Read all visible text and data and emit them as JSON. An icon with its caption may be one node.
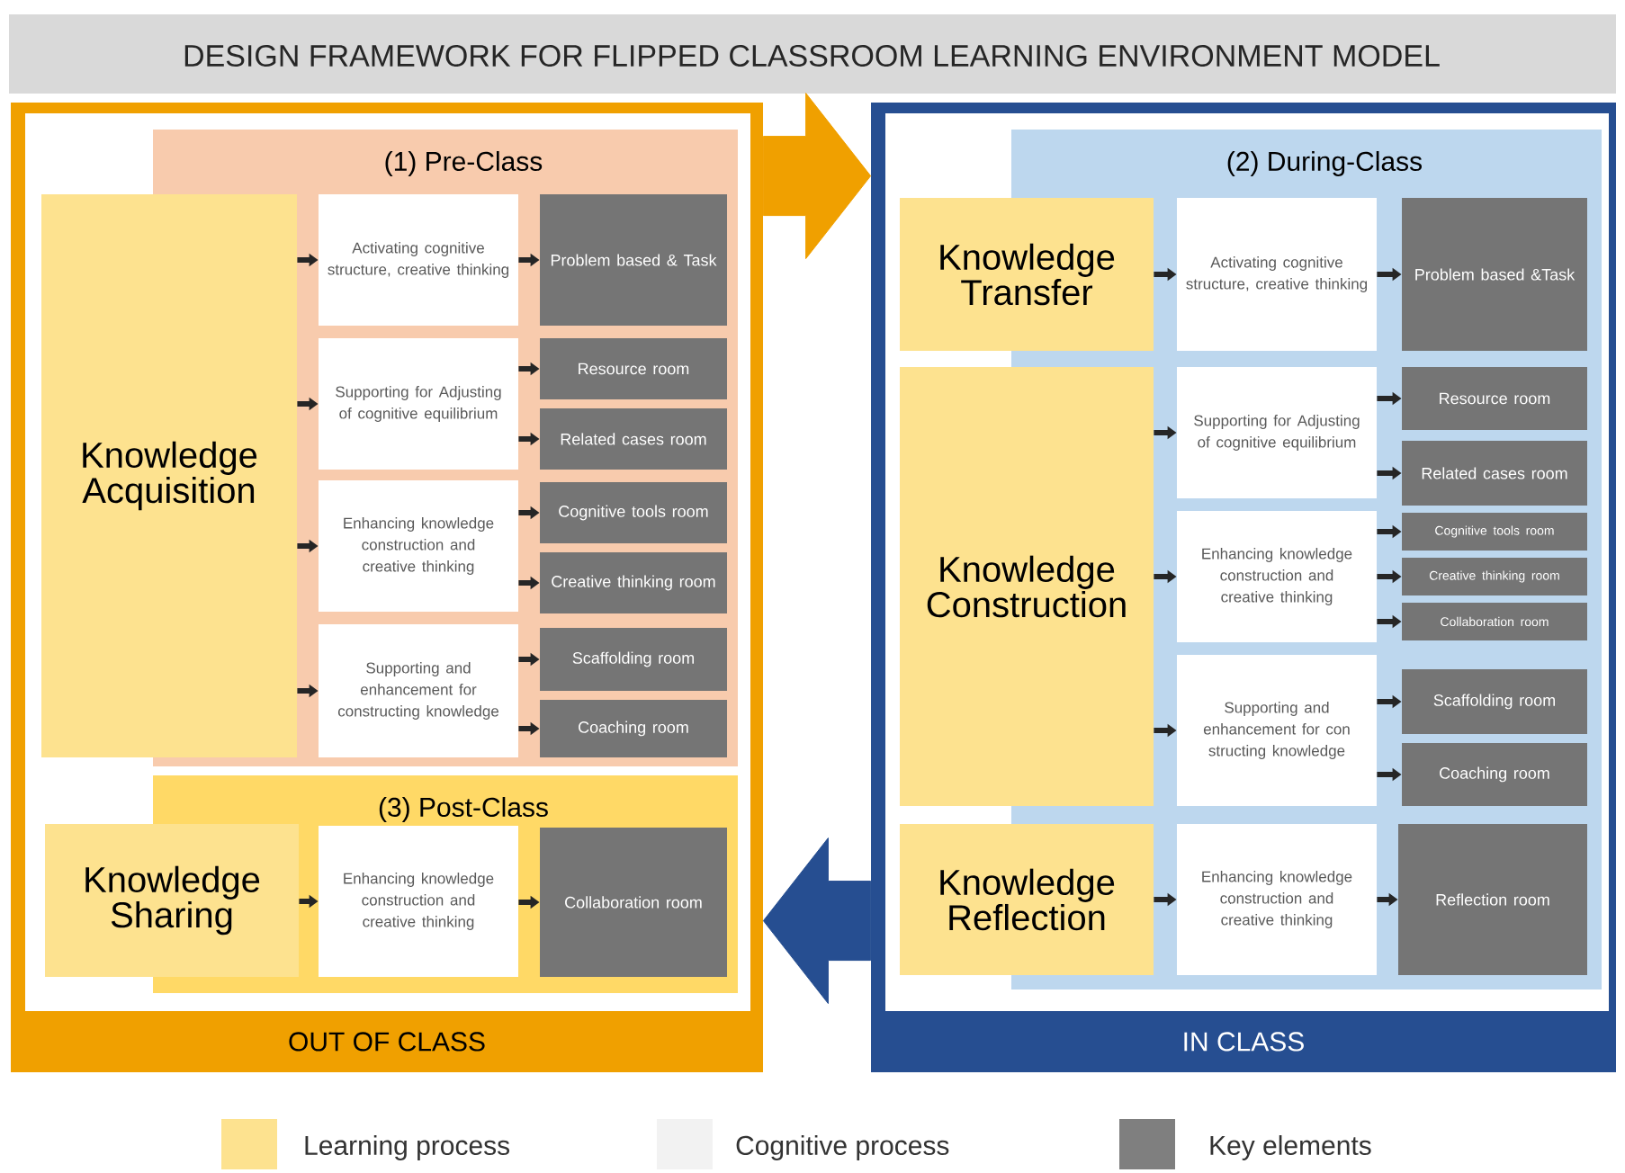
{
  "diagram": {
    "title": "DESIGN FRAMEWORK FOR FLIPPED CLASSROOM LEARNING ENVIRONMENT MODEL",
    "nodes": [
      {
        "text": [
          "OUT OF CLASS"
        ]
      },
      {
        "text": [
          "(1) Pre-Class"
        ],
        "in": 0
      },
      {
        "text": [
          "Knowledge Acquisition"
        ],
        "in": 0
      },
      {
        "text": [
          "Activating cognitive structure, creative thinking"
        ],
        "in": 1
      },
      {
        "text": [
          "Supporting for Adjusting of cognitive equilibrium"
        ],
        "in": 1
      },
      {
        "text": [
          "Enhancing knowledge construction and creative thinking"
        ],
        "in": 1
      },
      {
        "text": [
          "Supporting and enhancement for constructing knowledge"
        ],
        "in": 1
      },
      {
        "text": [
          "Problem based & Task"
        ],
        "in": 1
      },
      {
        "text": [
          "Resource room"
        ],
        "in": 1
      },
      {
        "text": [
          "Related cases room"
        ],
        "in": 1
      },
      {
        "text": [
          "Cognitive tools room"
        ],
        "in": 1
      },
      {
        "text": [
          "Creative thinking room"
        ],
        "in": 1
      },
      {
        "text": [
          "Scaffolding room"
        ],
        "in": 1
      },
      {
        "text": [
          "Coaching room"
        ],
        "in": 1
      },
      {
        "text": [
          "(3) Post-Class"
        ],
        "in": 0
      },
      {
        "text": [
          "Knowledge Sharing"
        ],
        "in": 0
      },
      {
        "text": [
          "Enhancing knowledge construction and creative thinking"
        ],
        "in": 14
      },
      {
        "text": [
          "Collaboration room"
        ],
        "in": 14
      },
      {
        "text": [
          "IN CLASS"
        ]
      },
      {
        "text": [
          "(2) During-Class"
        ],
        "in": 18
      },
      {
        "text": [
          "Knowledge Transfer"
        ],
        "in": 18
      },
      {
        "text": [
          "Activating cognitive structure, creative thinking"
        ],
        "in": 19
      },
      {
        "text": [
          "Problem based &Task"
        ],
        "in": 19
      },
      {
        "text": [
          "Knowledge Construction"
        ],
        "in": 18
      },
      {
        "text": [
          "Supporting for Adjusting of cognitive equilibrium"
        ],
        "in": 19
      },
      {
        "text": [
          "Resource room"
        ],
        "in": 19
      },
      {
        "text": [
          "Related cases room"
        ],
        "in": 19
      },
      {
        "text": [
          "Enhancing knowledge construction and creative thinking"
        ],
        "in": 19
      },
      {
        "text": [
          "Cognitive tools room"
        ],
        "in": 19
      },
      {
        "text": [
          "Creative thinking room"
        ],
        "in": 19
      },
      {
        "text": [
          "Collaboration room"
        ],
        "in": 19
      },
      {
        "text": [
          "Supporting and enhancement for con structing knowledge"
        ],
        "in": 19
      },
      {
        "text": [
          "Scaffolding room"
        ],
        "in": 19
      },
      {
        "text": [
          "Coaching room"
        ],
        "in": 19
      },
      {
        "text": [
          "Knowledge Reflection"
        ],
        "in": 18
      },
      {
        "text": [
          "Enhancing knowledge construction and creative thinking"
        ],
        "in": 19
      },
      {
        "text": [
          "Reflection room"
        ],
        "in": 19
      }
    ],
    "edges": [
      {
        "from": 2,
        "to": 3,
        "arrow": "to"
      },
      {
        "from": 2,
        "to": 4,
        "arrow": "to"
      },
      {
        "from": 2,
        "to": 5,
        "arrow": "to"
      },
      {
        "from": 2,
        "to": 6,
        "arrow": "to"
      },
      {
        "from": 3,
        "to": 7,
        "arrow": "to"
      },
      {
        "from": 4,
        "to": 8,
        "arrow": "to"
      },
      {
        "from": 4,
        "to": 9,
        "arrow": "to"
      },
      {
        "from": 5,
        "to": 10,
        "arrow": "to"
      },
      {
        "from": 5,
        "to": 11,
        "arrow": "to"
      },
      {
        "from": 6,
        "to": 12,
        "arrow": "to"
      },
      {
        "from": 6,
        "to": 13,
        "arrow": "to"
      },
      {
        "from": 15,
        "to": 16,
        "arrow": "to"
      },
      {
        "from": 16,
        "to": 17,
        "arrow": "to"
      },
      {
        "from": 20,
        "to": 21,
        "arrow": "to"
      },
      {
        "from": 21,
        "to": 22,
        "arrow": "to"
      },
      {
        "from": 23,
        "to": 24,
        "arrow": "to"
      },
      {
        "from": 23,
        "to": 27,
        "arrow": "to"
      },
      {
        "from": 23,
        "to": 31,
        "arrow": "to"
      },
      {
        "from": 24,
        "to": 25,
        "arrow": "to"
      },
      {
        "from": 24,
        "to": 26,
        "arrow": "to"
      },
      {
        "from": 27,
        "to": 28,
        "arrow": "to"
      },
      {
        "from": 27,
        "to": 29,
        "arrow": "to"
      },
      {
        "from": 27,
        "to": 30,
        "arrow": "to"
      },
      {
        "from": 31,
        "to": 32,
        "arrow": "to"
      },
      {
        "from": 31,
        "to": 33,
        "arrow": "to"
      },
      {
        "from": 34,
        "to": 35,
        "arrow": "to"
      },
      {
        "from": 35,
        "to": 36,
        "arrow": "to"
      },
      {
        "from": 0,
        "to": 18,
        "arrow": "to",
        "style": "thick",
        "color": "#f0a000"
      },
      {
        "from": 18,
        "to": 0,
        "arrow": "to",
        "style": "thick",
        "color": "#264e91"
      }
    ],
    "legend": [
      {
        "text": "Learning process",
        "color": "#fde28f"
      },
      {
        "text": "Cognitive process",
        "color": "#f2f2f2"
      },
      {
        "text": "Key elements",
        "color": "#7f7f7f"
      }
    ]
  }
}
